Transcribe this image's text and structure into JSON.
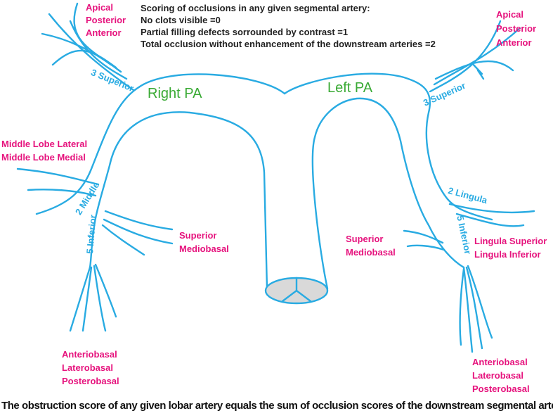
{
  "scoring": {
    "title": "Scoring of occlusions in any given segmental artery:",
    "line1": "No clots visible =0",
    "line2": "Partial filling defects sorrounded by contrast =1",
    "line3": "Total occlusion without enhancement of the downstream arteries =2"
  },
  "vessels": {
    "right_pa": "Right PA",
    "left_pa": "Left PA"
  },
  "branch_labels": {
    "right_superior": "3 Superior",
    "left_superior": "3 Superior",
    "right_middle": "2 Middle",
    "right_inferior": "5 Inferior",
    "left_lingula": "2 Lingula",
    "left_inferior": "5 Inferior"
  },
  "segments": {
    "right_upper": [
      "Apical",
      "Posterior",
      "Anterior"
    ],
    "left_upper": [
      "Apical",
      "Posterior",
      "Anterior"
    ],
    "right_middle": [
      "Middle Lobe Lateral",
      "Middle Lobe Medial"
    ],
    "right_lower_mid": [
      "Superior",
      "Mediobasal"
    ],
    "left_lower_mid": [
      "Superior",
      "Mediobasal"
    ],
    "left_lingula": [
      "Lingula Superior",
      "Lingula Inferior"
    ],
    "right_lower_basal": [
      "Anteriobasal",
      "Laterobasal",
      "Posterobasal"
    ],
    "left_lower_basal": [
      "Anteriobasal",
      "Laterobasal",
      "Posterobasal"
    ]
  },
  "caption": "The obstruction score of any given lobar artery equals the sum of occlusion scores of the downstream segmental arteries.",
  "colors": {
    "vessel": "#29ABE2",
    "segment_text": "#E6137D",
    "pa_text": "#3AAA35",
    "trunk_cap_fill": "#D9D9D9"
  }
}
